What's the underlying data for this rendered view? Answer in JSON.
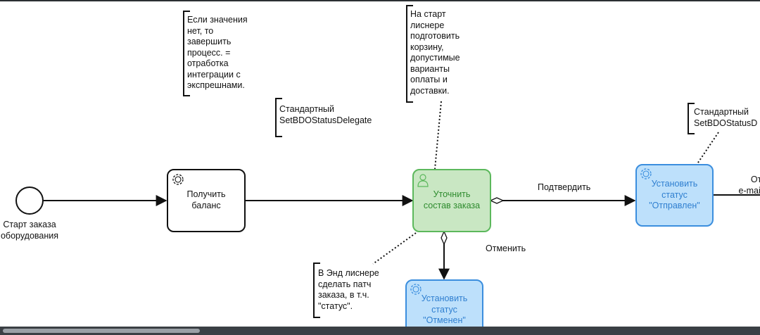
{
  "start_event": {
    "label": "Старт заказа\nоборудования"
  },
  "tasks": {
    "get_balance": {
      "label": "Получить\nбаланс"
    },
    "clarify_order": {
      "label": "Уточнить\nсостав заказа"
    },
    "set_status_sent": {
      "label": "Установить\nстатус\n\"Отправлен\""
    },
    "set_status_cancelled": {
      "label": "Установить\nстатус\n\"Отменен\""
    }
  },
  "flows": {
    "confirm": "Подтвердить",
    "cancel": "Отменить",
    "send_email": "Отпр\ne-mail П"
  },
  "annotations": {
    "no_value": "Если значения\nнет, то\nзавершить\nпроцесс. =\nотработка\nинтеграции с\nэкспрешнами.",
    "standard_1": "Стандартный\nSetBDOStatusDelegate",
    "start_listener": "На старт\nлиснере\nподготовить\nкорзину,\nдопустимые\nварианты\nоплаты и\nдоставки.",
    "standard_2": "Стандартный\nSetBDOStatusD",
    "end_listener": "В Энд лиснере\nсделать патч\nзаказа, в т.ч.\n\"статус\"."
  },
  "colors": {
    "user_task_fill": "#c9e7c3",
    "user_task_stroke": "#5cb85c",
    "service_task_fill": "#bde0fb",
    "service_task_stroke": "#3b8ede",
    "default_stroke": "#111111"
  },
  "icons": {
    "service": "gear-icon",
    "user": "user-icon"
  }
}
